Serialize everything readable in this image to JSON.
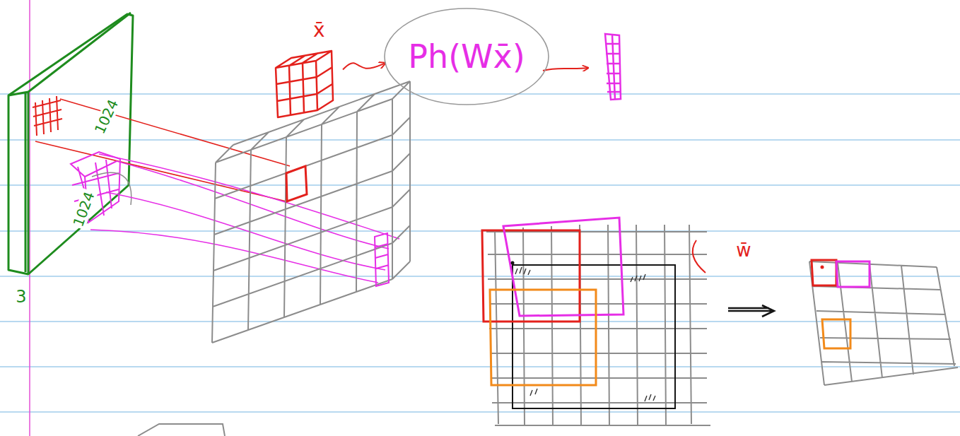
{
  "diagram": {
    "nodes": [
      {
        "text": [
          "x̄"
        ]
      },
      {
        "text": [
          "Ph(Wx̄)"
        ]
      }
    ],
    "edges": [
      {
        "from": 0,
        "to": 1,
        "arrow": "to"
      }
    ],
    "labels": [
      "1024",
      "1024",
      "3",
      "w̄"
    ]
  }
}
